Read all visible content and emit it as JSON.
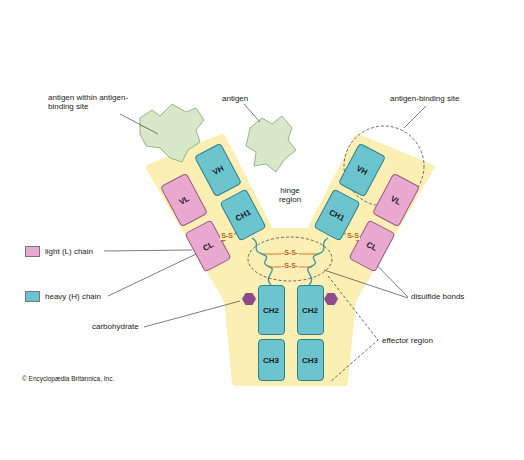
{
  "diagram": {
    "nodes": [
      {
        "text": [
          "VL"
        ]
      },
      {
        "text": [
          "VH"
        ]
      },
      {
        "text": [
          "CH1"
        ]
      },
      {
        "text": [
          "CL"
        ]
      },
      {
        "text": [
          "VH"
        ]
      },
      {
        "text": [
          "VL"
        ]
      },
      {
        "text": [
          "CH1"
        ]
      },
      {
        "text": [
          "CL"
        ]
      },
      {
        "text": [
          "CH2"
        ]
      },
      {
        "text": [
          "CH2"
        ]
      },
      {
        "text": [
          "CH3"
        ]
      },
      {
        "text": [
          "CH3"
        ]
      }
    ],
    "labels": [
      "antigen within antigen-binding site",
      "antigen",
      "antigen-binding site",
      "hinge region",
      "S-S",
      "S-S",
      "-S-S-",
      "-S-S-",
      "carbohydrate",
      "disulfide bonds",
      "effector region",
      "© Encyclopædia Britannica, Inc."
    ],
    "legend": [
      {
        "text": "light (L) chain",
        "color": "#e8a8cf"
      },
      {
        "text": "heavy (H) chain",
        "color": "#6cc4cf"
      }
    ]
  }
}
